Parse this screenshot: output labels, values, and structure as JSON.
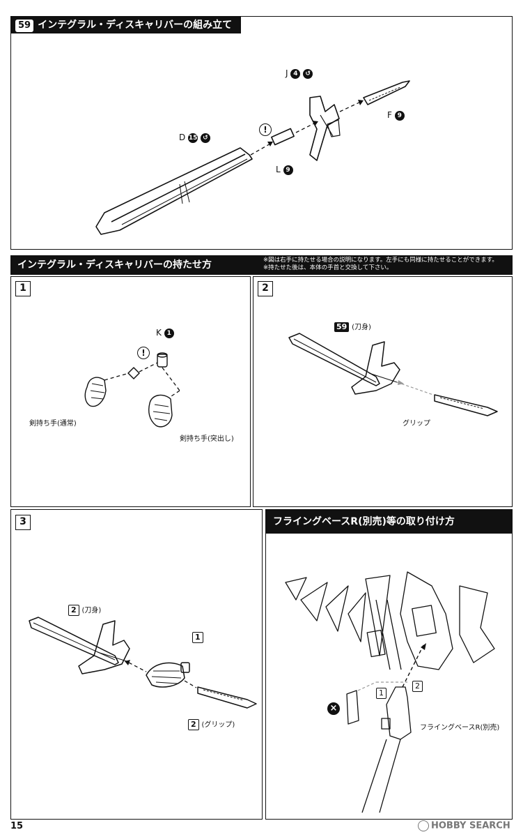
{
  "step59": {
    "number": "59",
    "title": "インテグラル・ディスキャリバーの組み立て",
    "parts": {
      "j": {
        "letter": "J",
        "num": "4"
      },
      "f": {
        "letter": "F",
        "num": "9"
      },
      "d": {
        "letter": "D",
        "num": "15"
      },
      "l": {
        "letter": "L",
        "num": "9"
      },
      "caution": "!"
    }
  },
  "hold_section": {
    "title": "インテグラル・ディスキャリバーの持たせ方",
    "note1": "※図は右手に持たせる場合の説明になります。左手にも同様に持たせることができます。",
    "note2": "※持たせた後は、本体の手首と交換して下さい。"
  },
  "panel1": {
    "num": "1",
    "part_k": {
      "letter": "K",
      "num": "1"
    },
    "caution": "!",
    "hand_normal": "剣持ち手(通常)",
    "hand_protrude": "剣持ち手(突出し)"
  },
  "panel2": {
    "num": "2",
    "tag": "59",
    "blade": "(刀身)",
    "grip": "グリップ"
  },
  "panel3": {
    "num": "3",
    "tag_blade_num": "2",
    "blade": "(刀身)",
    "tag_hand": "1",
    "tag_grip_num": "2",
    "grip": "(グリップ)"
  },
  "flying_section": {
    "title": "フライングベースR(別売)等の取り付け方",
    "label1": "1",
    "label2": "2",
    "base_label": "フライングベースR(別売)",
    "x_mark": "×"
  },
  "footer": {
    "page": "15",
    "watermark": "HOBBY SEARCH"
  }
}
